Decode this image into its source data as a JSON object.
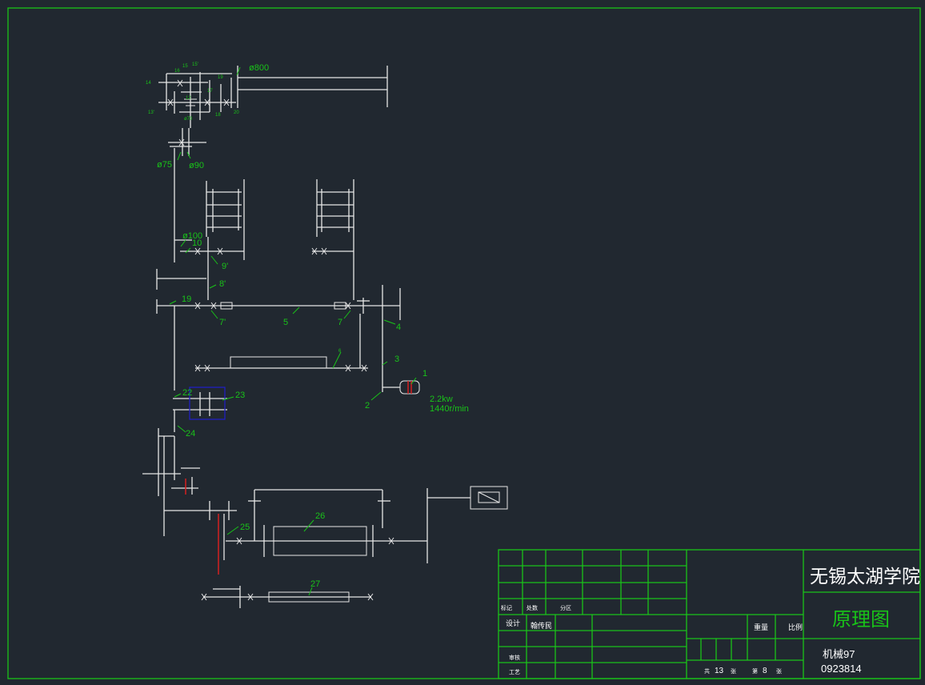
{
  "title_block": {
    "school": "无锡太湖学院",
    "drawing_title": "原理图",
    "drawing_no_line1": "机械97",
    "drawing_no_line2": "0923814",
    "row_labels": {
      "mark": "标记",
      "count": "处数",
      "zone": "分区",
      "design": "设计",
      "designer": "翰传民",
      "review": "审核",
      "process": "工艺"
    },
    "weight_label": "重量",
    "scale_label": "比例",
    "sheet_total_prefix": "共",
    "sheet_total": "13",
    "sheet_total_suffix": "张",
    "sheet_no_prefix": "第",
    "sheet_no": "8",
    "sheet_no_suffix": "张"
  },
  "motor": {
    "power": "2.2kw",
    "speed": "1440r/min"
  },
  "diameters": {
    "d800": "ø800",
    "d75": "ø75",
    "d90": "ø90",
    "d100": "ø100",
    "d70": "ø70"
  },
  "labels": {
    "n1": "1",
    "n2": "2",
    "n3": "3",
    "n4": "4",
    "n5": "5",
    "n6": "6",
    "n7": "7",
    "n7p": "7'",
    "n8p": "8'",
    "n9p": "9'",
    "n10": "10",
    "n12": "12",
    "n13p": "13'",
    "n14": "14",
    "n15": "15",
    "n15p": "15'",
    "n16": "16",
    "n17": "17",
    "n18": "18",
    "n19a": "19",
    "n19b": "19",
    "n20": "20",
    "n22": "22",
    "n23": "23",
    "n24": "24",
    "n25": "25",
    "n26": "26",
    "n27": "27"
  },
  "colors": {
    "background": "#212830",
    "frame": "#19c219",
    "lines": "#e6e6e6",
    "highlight": "#d42020",
    "box": "#2020c0"
  }
}
